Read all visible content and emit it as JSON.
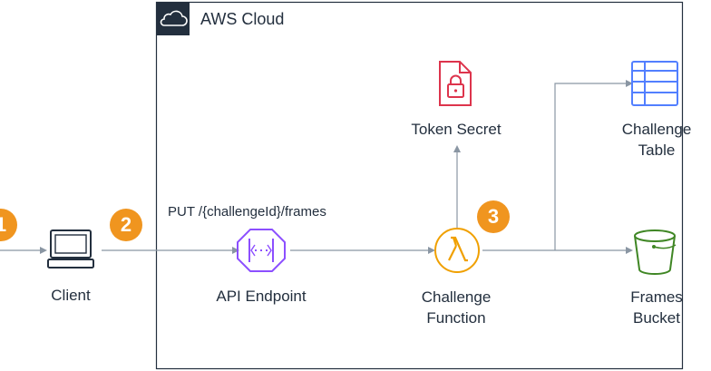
{
  "diagram": {
    "cloud_label": "AWS Cloud",
    "nodes": {
      "client": "Client",
      "api_endpoint": "API Endpoint",
      "challenge_function_line1": "Challenge",
      "challenge_function_line2": "Function",
      "token_secret": "Token Secret",
      "challenge_table_line1": "Challenge",
      "challenge_table_line2": "Table",
      "frames_bucket_line1": "Frames",
      "frames_bucket_line2": "Bucket"
    },
    "route_label": "PUT /{challengeId}/frames",
    "steps": [
      "1",
      "2",
      "3"
    ],
    "colors": {
      "step_badge": "#f0951f",
      "api_gateway": "#8c4fff",
      "lambda": "#f0a000",
      "secrets_manager": "#dd344c",
      "dynamodb": "#527fff",
      "s3": "#3f8624",
      "connector": "#8a96a3",
      "cloud_border": "#232f3e"
    }
  }
}
